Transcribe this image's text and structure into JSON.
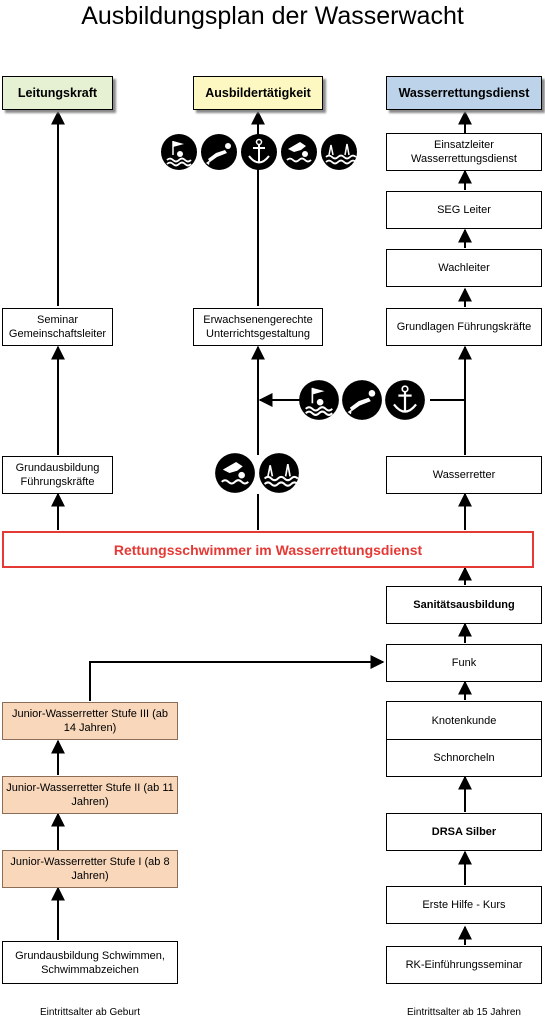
{
  "title": "Ausbildungsplan der Wasserwacht",
  "heads": {
    "left": "Leitungskraft",
    "middle": "Ausbildertätigkeit",
    "right": "Wasserrettungsdienst"
  },
  "left_column": {
    "seminar": "Seminar Gemeinschaftsleiter",
    "grundausbildung_fk": "Grundausbildung Führungskräfte",
    "jwr3": "Junior-Wasserretter Stufe III (ab 14 Jahren)",
    "jwr2": "Junior-Wasserretter Stufe II (ab 11 Jahren)",
    "jwr1": "Junior-Wasserretter Stufe I (ab 8 Jahren)",
    "grundausbildung_schwimmen": "Grundausbildung Schwimmen, Schwimmabzeichen"
  },
  "middle_column": {
    "erwachsenen": "Erwachsenengerechte Unterrichtsgestaltung"
  },
  "right_column": {
    "einsatzleiter": "Einsatzleiter Wasserrettungsdienst",
    "seg": "SEG Leiter",
    "wachleiter": "Wachleiter",
    "grundlagen": "Grundlagen Führungskräfte",
    "wasserretter": "Wasserretter",
    "sanitaet": "Sanitätsausbildung",
    "funk": "Funk",
    "knoten": "Knotenkunde",
    "schnorcheln": "Schnorcheln",
    "drsa": "DRSA Silber",
    "erstehilfe": "Erste Hilfe - Kurs",
    "rk": "RK-Einführungsseminar"
  },
  "rettungsschwimmer": "Rettungsschwimmer im Wasserrettungsdienst",
  "footer": {
    "left": "Eintrittsalter ab Geburt",
    "right": "Eintrittsalter ab 15 Jahren"
  },
  "icons": {
    "top_row": [
      "rescue-swimmer-icon",
      "diver-icon",
      "anchor-icon",
      "swimmer-icon",
      "waves-icon"
    ],
    "middle_row": [
      "rescue-swimmer-icon",
      "diver-icon",
      "anchor-icon"
    ],
    "lower_row": [
      "swimmer-icon",
      "waves-icon"
    ]
  },
  "colors": {
    "rettungsschwimmer": "#e53935",
    "leitungskraft_bg": "#e6f0d2",
    "ausbilder_bg": "#fdf7c2",
    "wasserrettung_bg": "#bcd3ea",
    "junior_bg": "#f8d7bb"
  }
}
